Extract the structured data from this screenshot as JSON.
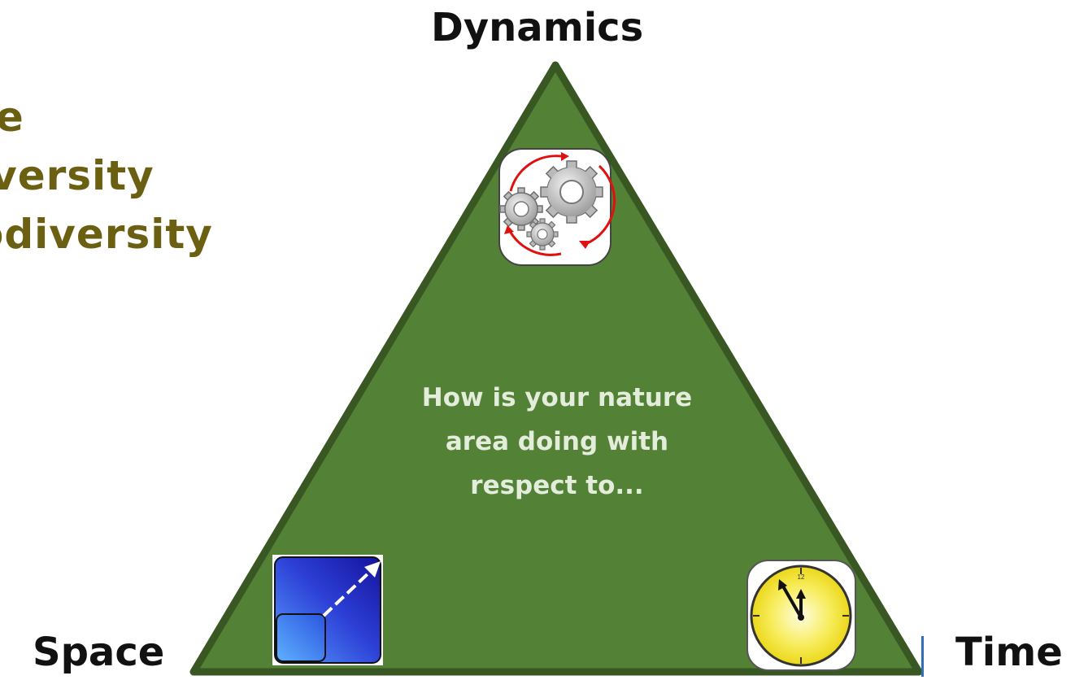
{
  "left_text": [
    "te",
    "iversity",
    "odiversity"
  ],
  "vertices": {
    "top": "Dynamics",
    "left": "Space",
    "right": "Time"
  },
  "center_text": [
    "How is your nature",
    "area doing with",
    "respect to..."
  ],
  "icons": {
    "top": "gears-cycle-icon",
    "left": "scale-expand-icon",
    "right": "clock-icon"
  },
  "clock": {
    "numeral": "12"
  },
  "colors": {
    "triangle_fill": "#538135",
    "triangle_stroke": "#385723",
    "heading": "#6b5f12",
    "center_text": "#e4ecdc",
    "blue_square": "#1f1fb8",
    "clock_face": "#f2e61a"
  }
}
